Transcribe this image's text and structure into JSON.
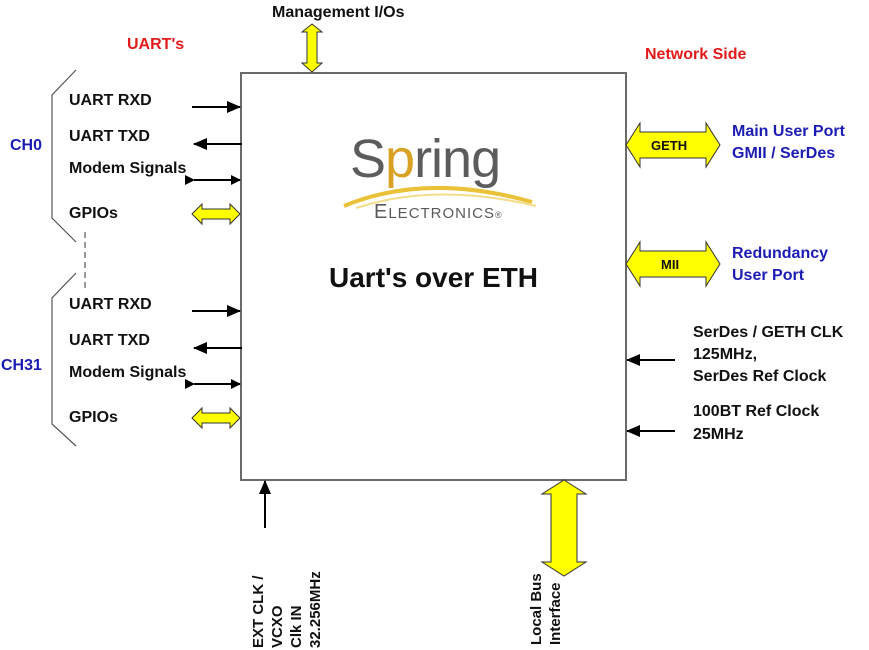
{
  "diagram": {
    "title": "Uart's over ETH",
    "logo": {
      "brand_prefix": "S",
      "brand_highlight": "p",
      "brand_suffix": "ring",
      "sub_first": "E",
      "sub_rest": "LECTRONICS",
      "registered": "®"
    },
    "top": {
      "management_label": "Management I/Os"
    },
    "left": {
      "section_title": "UART's",
      "channels": [
        {
          "name": "CH0",
          "signals": [
            {
              "label": "UART RXD",
              "direction": "in"
            },
            {
              "label": "UART TXD",
              "direction": "out"
            },
            {
              "label": "Modem Signals",
              "direction": "bidirectional"
            },
            {
              "label": "GPIOs",
              "direction": "bidirectional-bus"
            }
          ]
        },
        {
          "name": "CH31",
          "signals": [
            {
              "label": "UART RXD",
              "direction": "in"
            },
            {
              "label": "UART TXD",
              "direction": "out"
            },
            {
              "label": "Modem Signals",
              "direction": "bidirectional"
            },
            {
              "label": "GPIOs",
              "direction": "bidirectional-bus"
            }
          ]
        }
      ]
    },
    "right": {
      "section_title": "Network Side",
      "ports": [
        {
          "arrow_label": "GETH",
          "line1": "Main User Port",
          "line2": "GMII / SerDes"
        },
        {
          "arrow_label": "MII",
          "line1": "Redundancy",
          "line2": "User Port"
        }
      ],
      "clocks": [
        {
          "line1": "SerDes / GETH CLK",
          "line2": "125MHz,",
          "line3": "SerDes Ref Clock"
        },
        {
          "line1": "100BT Ref Clock",
          "line2": "25MHz"
        }
      ]
    },
    "bottom": {
      "ext_clock_lines": [
        "EXT CLK /",
        "VCXO",
        "Clk IN",
        "32.256MHz"
      ],
      "local_bus_lines": [
        "Local Bus",
        "Interface"
      ]
    },
    "colors": {
      "arrow_fill": "#ffff00",
      "section_red": "#e21a1a",
      "port_blue": "#1c1cb4",
      "box_border": "#6a6a6a",
      "logo_gold": "#d9a224"
    }
  }
}
